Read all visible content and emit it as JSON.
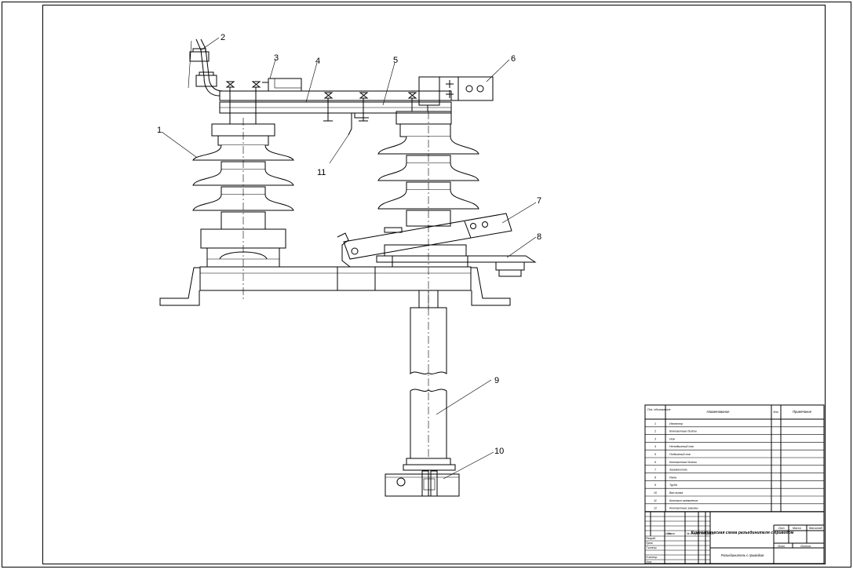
{
  "callouts": [
    "1",
    "2",
    "3",
    "4",
    "5",
    "6",
    "7",
    "8",
    "9",
    "10",
    "11"
  ],
  "spec_table": {
    "headers": [
      "Поз. обозначение",
      "Наименование",
      "Кол.",
      "Примечание"
    ],
    "rows": [
      {
        "pos": "1",
        "name": "Изолятор"
      },
      {
        "pos": "2",
        "name": "Контактные болты"
      },
      {
        "pos": "3",
        "name": "Нож"
      },
      {
        "pos": "4",
        "name": "Неподвижный нож"
      },
      {
        "pos": "5",
        "name": "Подвижный нож"
      },
      {
        "pos": "6",
        "name": "Контактные болты"
      },
      {
        "pos": "7",
        "name": "Заземлитель"
      },
      {
        "pos": "8",
        "name": "Рама"
      },
      {
        "pos": "9",
        "name": "Труба"
      },
      {
        "pos": "10",
        "name": "Вал-вилка"
      },
      {
        "pos": "11",
        "name": "Контакт заземления"
      },
      {
        "pos": "12",
        "name": "Контактные зажимы"
      }
    ]
  },
  "title_block": {
    "title": "Кинематическая схема разъединителя с приводом",
    "subtitle": "Разъединитель с приводом",
    "sign_labels": [
      "Изм.",
      "Лист",
      "№ докум.",
      "Подп.",
      "Дата"
    ],
    "role_labels": [
      "Разраб.",
      "Пров.",
      "Т.контр.",
      "Н.контр.",
      "Утв."
    ],
    "right_labels": [
      "Лит.",
      "Масса",
      "Масштаб",
      "Лист",
      "Листов"
    ]
  }
}
